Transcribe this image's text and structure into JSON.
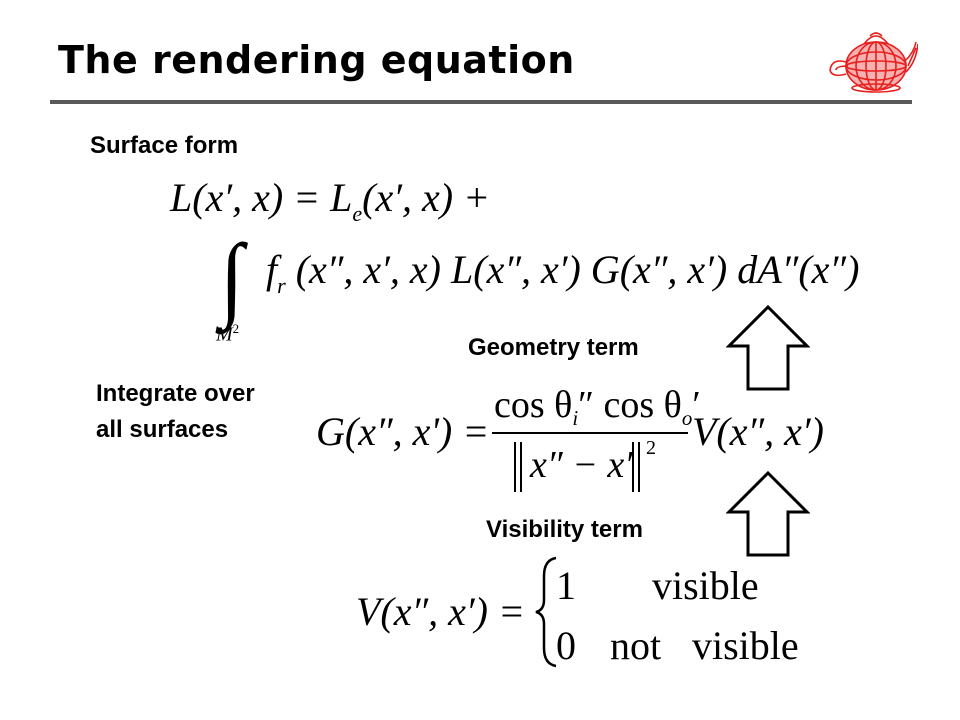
{
  "title": "The rendering equation",
  "labels": {
    "surface_form": "Surface form",
    "geometry_term": "Geometry term",
    "integrate_line1": "Integrate over",
    "integrate_line2": "all surfaces",
    "visibility_term": "Visibility term"
  },
  "equations": {
    "eq1": {
      "lhs": "L(x′, x) = L",
      "lhs_sub": "e",
      "rhs": "(x′, x) +"
    },
    "eq2": {
      "integral": "∫",
      "domain": "M",
      "domain_sup": "2",
      "f": "f",
      "f_sub": "r",
      "body": "(x″, x′, x) L(x″, x′) G(x″, x′) dA″(x″)"
    },
    "geometry": {
      "lhs": "G(x″, x') =",
      "num_cos1": "cos θ",
      "num_sub1": "i",
      "num_prime1": "″",
      "num_cos2": "cos θ",
      "num_sub2": "o",
      "num_prime2": "′",
      "den": "x″ − x′",
      "den_sup": "2",
      "rhs": "V(x″, x′)"
    },
    "visibility": {
      "lhs": "V(x″, x′) =",
      "case1_val": "1",
      "case1_text": "visible",
      "case2_val": "0",
      "case2_text_a": "not",
      "case2_text_b": "visible"
    }
  },
  "colors": {
    "teapot": "#e8201e",
    "rule": "#595959",
    "text": "#000000"
  },
  "icons": [
    "teapot-wireframe-logo",
    "up-arrow-icon",
    "up-arrow-icon"
  ]
}
